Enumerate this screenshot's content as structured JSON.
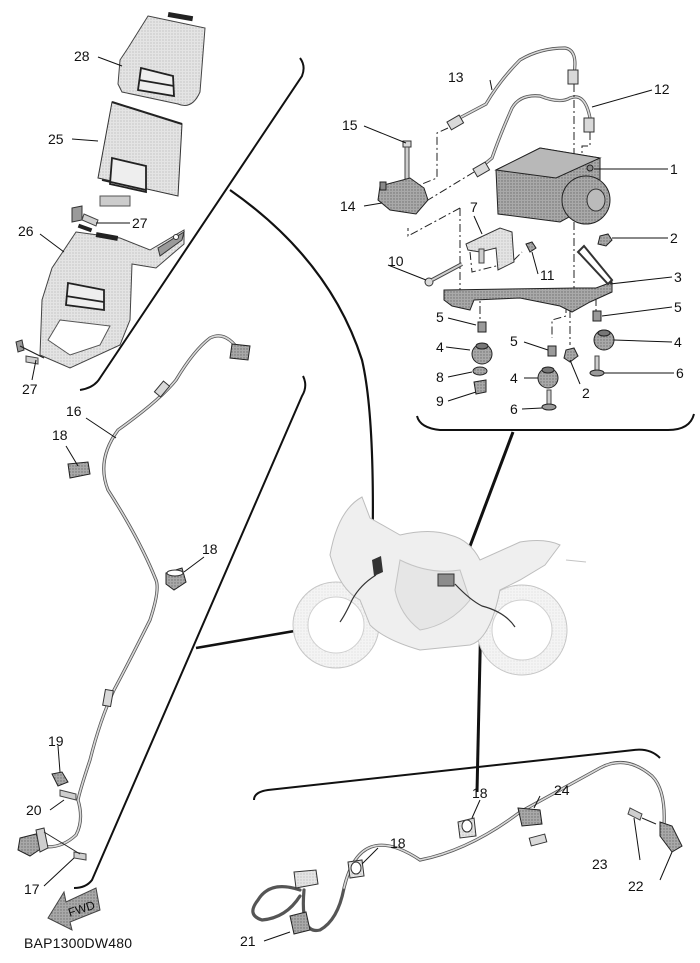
{
  "diagram": {
    "title": "ABS hydraulic unit, ECU and wheel sensor assembly",
    "drawing_code": "BAP1300DW480",
    "fwd_arrow_label": "FWD",
    "groups": {
      "ecu_bracket": {
        "parts": [
          {
            "ref": "28",
            "text": "28"
          },
          {
            "ref": "25",
            "text": "25"
          },
          {
            "ref": "27a",
            "text": "27"
          },
          {
            "ref": "26",
            "text": "26"
          },
          {
            "ref": "27b",
            "text": "27"
          }
        ]
      },
      "hydraulic_unit": {
        "parts": [
          {
            "ref": "13",
            "text": "13"
          },
          {
            "ref": "12",
            "text": "12"
          },
          {
            "ref": "15",
            "text": "15"
          },
          {
            "ref": "1",
            "text": "1"
          },
          {
            "ref": "14",
            "text": "14"
          },
          {
            "ref": "7",
            "text": "7"
          },
          {
            "ref": "2a",
            "text": "2"
          },
          {
            "ref": "10",
            "text": "10"
          },
          {
            "ref": "11",
            "text": "11"
          },
          {
            "ref": "3",
            "text": "3"
          },
          {
            "ref": "5a",
            "text": "5"
          },
          {
            "ref": "5b",
            "text": "5"
          },
          {
            "ref": "5c",
            "text": "5"
          },
          {
            "ref": "4a",
            "text": "4"
          },
          {
            "ref": "4b",
            "text": "4"
          },
          {
            "ref": "4c",
            "text": "4"
          },
          {
            "ref": "8",
            "text": "8"
          },
          {
            "ref": "9",
            "text": "9"
          },
          {
            "ref": "2b",
            "text": "2"
          },
          {
            "ref": "6a",
            "text": "6"
          },
          {
            "ref": "6b",
            "text": "6"
          }
        ]
      },
      "front_wheel_sensor": {
        "parts": [
          {
            "ref": "16",
            "text": "16"
          },
          {
            "ref": "18a",
            "text": "18"
          },
          {
            "ref": "18b",
            "text": "18"
          },
          {
            "ref": "19",
            "text": "19"
          },
          {
            "ref": "20",
            "text": "20"
          },
          {
            "ref": "17",
            "text": "17"
          }
        ]
      },
      "rear_wheel_sensor": {
        "parts": [
          {
            "ref": "18c",
            "text": "18"
          },
          {
            "ref": "18d",
            "text": "18"
          },
          {
            "ref": "24",
            "text": "24"
          },
          {
            "ref": "23",
            "text": "23"
          },
          {
            "ref": "22",
            "text": "22"
          },
          {
            "ref": "21",
            "text": "21"
          }
        ]
      }
    }
  }
}
